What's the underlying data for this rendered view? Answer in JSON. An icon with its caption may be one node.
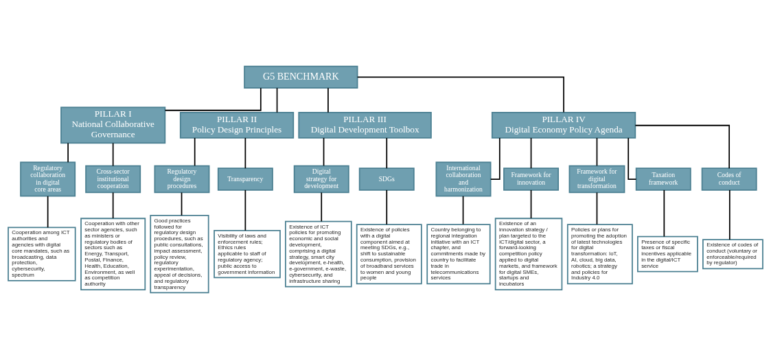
{
  "diagram": {
    "nodes": [
      {
        "text": [
          "G5 BENCHMARK"
        ]
      },
      {
        "text": [
          "PILLAR I",
          "National Collaborative Governance"
        ]
      },
      {
        "text": [
          "PILLAR II",
          "Policy Design Principles"
        ]
      },
      {
        "text": [
          "PILLAR III",
          "Digital Development Toolbox"
        ]
      },
      {
        "text": [
          "PILLAR IV",
          "Digital Economy Policy Agenda"
        ]
      },
      {
        "text": [
          "Regulatory collaboration in digital core areas"
        ]
      },
      {
        "text": [
          "Cross-sector institutional cooperation"
        ]
      },
      {
        "text": [
          "Regulatory design procedures"
        ]
      },
      {
        "text": [
          "Transparency"
        ]
      },
      {
        "text": [
          "Digital strategy for development"
        ]
      },
      {
        "text": [
          "SDGs"
        ]
      },
      {
        "text": [
          "International collaboration and harmonization"
        ]
      },
      {
        "text": [
          "Framework for innovation"
        ]
      },
      {
        "text": [
          "Framework for digital transformation"
        ]
      },
      {
        "text": [
          "Taxation framework"
        ]
      },
      {
        "text": [
          "Codes of conduct"
        ]
      },
      {
        "text": [
          "Cooperation among ICT authorities and agencies with digital core mandates, such as broadcasting, data protection, cybersecurity, spectrum"
        ]
      },
      {
        "text": [
          "Cooperation with other sector agencies, such as ministers or regulatory bodies of sectors such as Energy, Transport, Postal, Finance, Health, Education, Environment, as well as competition authority"
        ]
      },
      {
        "text": [
          "Good practices followed for regulatory design procedures, such as public consultations, impact assessment, policy review, regulatory experimentation, appeal of decisions, and regulatory transparency"
        ]
      },
      {
        "text": [
          "Visibility of laws and enforcement rules; Ethics rules applicable to staff of regulatory agency; public access to government information"
        ]
      },
      {
        "text": [
          "Existence of ICT policies for promoting economic and social development, comprising a digital strategy, smart city development, e-health, e-government, e-waste, cybersecurity, and infrastructure sharing"
        ]
      },
      {
        "text": [
          "Existence of policies with a digital component aimed at meeting SDGs, e.g., shift to sustainable consumption, provision of broadband services to women and young people"
        ]
      },
      {
        "text": [
          "Country belonging to regional integration initiative with an ICT chapter, and commitments made by country to facilitate trade in telecommunications services"
        ]
      },
      {
        "text": [
          "Existence of an innovation strategy / plan targeted to the ICT/digital sector, a forward-looking competition policy applied to digital markets, and framework for digital SMEs, startups and incubators"
        ]
      },
      {
        "text": [
          "Policies or plans for promoting the adoption of latest technologies for digital transformation: IoT, AI, cloud, big data, robotics; a strategy and policies for Industry 4.0"
        ]
      },
      {
        "text": [
          "Presence of specific taxes or fiscal incentives applicable in the digital/ICT service"
        ]
      },
      {
        "text": [
          "Existence of codes of conduct (voluntary or enforceable/required by regulator)"
        ]
      }
    ],
    "edges": [
      {
        "from": 0,
        "to": 1,
        "arrow": "none"
      },
      {
        "from": 0,
        "to": 2,
        "arrow": "none"
      },
      {
        "from": 0,
        "to": 3,
        "arrow": "none"
      },
      {
        "from": 0,
        "to": 4,
        "arrow": "none"
      },
      {
        "from": 1,
        "to": 5,
        "arrow": "none"
      },
      {
        "from": 1,
        "to": 6,
        "arrow": "none"
      },
      {
        "from": 2,
        "to": 7,
        "arrow": "none"
      },
      {
        "from": 2,
        "to": 8,
        "arrow": "none"
      },
      {
        "from": 3,
        "to": 9,
        "arrow": "none"
      },
      {
        "from": 3,
        "to": 10,
        "arrow": "none"
      },
      {
        "from": 4,
        "to": 11,
        "arrow": "none"
      },
      {
        "from": 4,
        "to": 12,
        "arrow": "none"
      },
      {
        "from": 4,
        "to": 13,
        "arrow": "none"
      },
      {
        "from": 4,
        "to": 14,
        "arrow": "none"
      },
      {
        "from": 4,
        "to": 15,
        "arrow": "none"
      },
      {
        "from": 5,
        "to": 16,
        "arrow": "none"
      },
      {
        "from": 6,
        "to": 17,
        "arrow": "none"
      },
      {
        "from": 7,
        "to": 18,
        "arrow": "none"
      },
      {
        "from": 8,
        "to": 19,
        "arrow": "none"
      },
      {
        "from": 9,
        "to": 20,
        "arrow": "none"
      },
      {
        "from": 10,
        "to": 21,
        "arrow": "none"
      },
      {
        "from": 11,
        "to": 22,
        "arrow": "none"
      },
      {
        "from": 12,
        "to": 23,
        "arrow": "none"
      },
      {
        "from": 13,
        "to": 24,
        "arrow": "none"
      },
      {
        "from": 14,
        "to": 25,
        "arrow": "none"
      },
      {
        "from": 15,
        "to": 26,
        "arrow": "none"
      }
    ]
  }
}
